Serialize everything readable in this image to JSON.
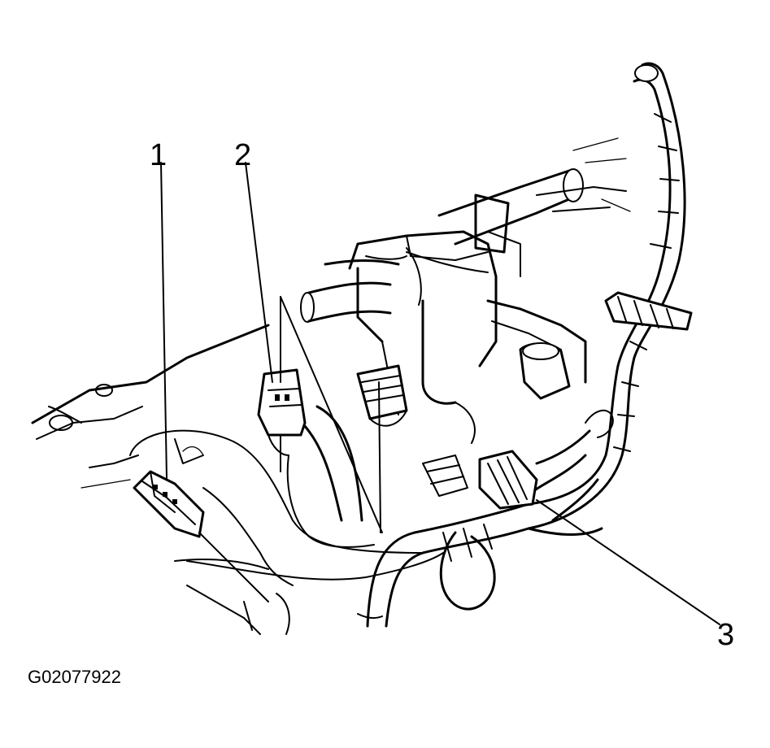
{
  "callouts": [
    {
      "id": "1",
      "label": "1"
    },
    {
      "id": "2",
      "label": "2"
    },
    {
      "id": "3",
      "label": "3"
    }
  ],
  "figure": {
    "code": "G02077922"
  },
  "colors": {
    "ink": "#000000",
    "background": "#ffffff"
  }
}
